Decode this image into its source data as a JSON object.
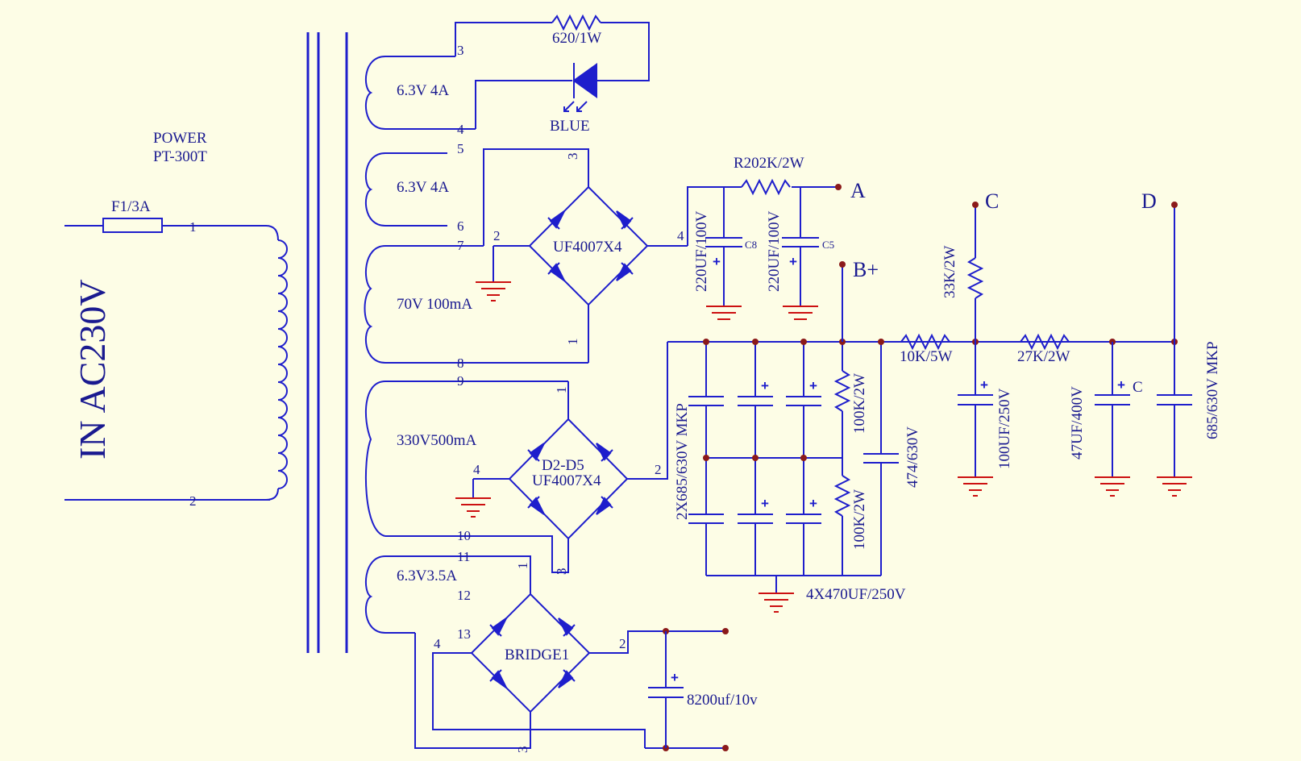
{
  "input": {
    "label": "IN AC230V"
  },
  "transformer": {
    "brand": "POWER",
    "model": "PT-300T"
  },
  "fuse": {
    "label": "F1/3A"
  },
  "primary_pins": [
    "1",
    "2"
  ],
  "secondaries": [
    {
      "label": "6.3V 4A",
      "pins": [
        "3",
        "4"
      ]
    },
    {
      "label": "6.3V 4A",
      "pins": [
        "5",
        "6"
      ]
    },
    {
      "label": "70V 100mA",
      "pins": [
        "7",
        "8"
      ]
    },
    {
      "label": "330V500mA",
      "pins": [
        "9",
        "10"
      ]
    },
    {
      "label": "6.3V3.5A",
      "pins": [
        "11",
        "12",
        "13"
      ]
    }
  ],
  "led": {
    "resistor": "620/1W",
    "color": "BLUE"
  },
  "bias_supply": {
    "bridge": "UF4007X4",
    "bridge_pins": [
      "1",
      "2",
      "3",
      "4"
    ],
    "resistor": "R202K/2W",
    "caps": [
      {
        "ref": "C8",
        "value": "220UF/100V"
      },
      {
        "ref": "C5",
        "value": "220UF/100V"
      }
    ]
  },
  "hv_supply": {
    "bridge_ref": "D2-D5",
    "bridge": "UF4007X4",
    "bridge_pins": [
      "1",
      "2",
      "3",
      "4"
    ],
    "film_caps": "2X685/630V MKP",
    "electrolytics": "4X470UF/250V",
    "bleeders": [
      "100K/2W",
      "100K/2W"
    ],
    "snubber": "474/630V",
    "r_filter_1": "10K/5W",
    "r_filter_2": "27K/2W",
    "r_tap_c": "33K/2W",
    "cap_1": "100UF/250V",
    "cap_2": "47UF/400V",
    "cap_2_ref": "C",
    "cap_3": "685/630V MKP"
  },
  "heater_supply": {
    "bridge": "BRIDGE1",
    "bridge_pins": [
      "1",
      "2",
      "3",
      "4"
    ],
    "cap": "8200uf/10v"
  },
  "outputs": [
    "A",
    "B+",
    "C",
    "D"
  ],
  "colors": {
    "wire": "#1E1ECC",
    "ground": "#CC1010",
    "junction": "#8B1A1A",
    "background": "#FDFDE6"
  }
}
